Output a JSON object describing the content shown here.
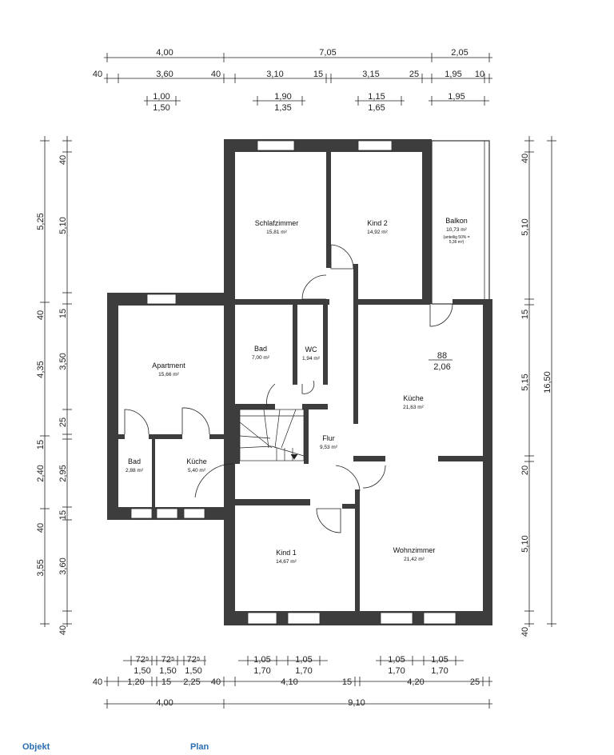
{
  "rooms": {
    "schlafzimmer": {
      "name": "Schlafzimmer",
      "area": "15,81 m²"
    },
    "kind2": {
      "name": "Kind 2",
      "area": "14,92 m²"
    },
    "balkon": {
      "name": "Balkon",
      "area": "10,73 m²",
      "note1": "(anteilig 50% =",
      "note2": "5,36 m²)"
    },
    "apartment": {
      "name": "Apartment",
      "area": "15,66 m²"
    },
    "bad": {
      "name": "Bad",
      "area": "7,00 m²"
    },
    "wc": {
      "name": "WC",
      "area": "1,94 m²"
    },
    "kueche": {
      "name": "Küche",
      "area": "21,63 m²"
    },
    "flur": {
      "name": "Flur",
      "area": "9,53 m²"
    },
    "bad2": {
      "name": "Bad",
      "area": "2,88 m²"
    },
    "kueche2": {
      "name": "Küche",
      "area": "5,40 m²"
    },
    "kind1": {
      "name": "Kind 1",
      "area": "14,67 m²"
    },
    "wohnzimmer": {
      "name": "Wohnzimmer",
      "area": "21,42 m²"
    }
  },
  "door_mark": {
    "top": "88",
    "bottom": "2,06"
  },
  "dims_top": {
    "row1": [
      "4,00",
      "7,05",
      "2,05"
    ],
    "row2": [
      "40",
      "3,60",
      "40",
      "3,10",
      "15",
      "3,15",
      "25",
      "1,95",
      "10"
    ],
    "row3": [
      [
        "1,00",
        "1,50"
      ],
      [
        "1,90",
        "1,35"
      ],
      [
        "1,15",
        "1,65"
      ],
      [
        "1,95",
        ""
      ]
    ]
  },
  "dims_bottom": {
    "row1": [
      [
        "72⁵",
        "1,50"
      ],
      [
        "72⁵",
        "1,50"
      ],
      [
        "72⁵",
        "1,50"
      ],
      [
        "1,05",
        "1,70"
      ],
      [
        "1,05",
        "1,70"
      ],
      [
        "1,05",
        "1,70"
      ],
      [
        "1,05",
        "1,70"
      ]
    ],
    "row2": [
      "40",
      "1,20",
      "15",
      "2,25",
      "40",
      "4,10",
      "15",
      "4,20",
      "25"
    ],
    "row3": [
      "4,00",
      "9,10"
    ]
  },
  "dims_left": {
    "outer": [
      "5,25",
      "4,35",
      "2,40",
      "3,55"
    ],
    "inner": [
      "40",
      "5,10",
      "40",
      "15",
      "3,50",
      "25",
      "15",
      "2,95",
      "15",
      "40",
      "3,60",
      "40"
    ]
  },
  "dims_right": {
    "inner": [
      "40",
      "5,10",
      "15",
      "5,15",
      "20",
      "5,10",
      "40"
    ],
    "outer": [
      "16,50"
    ]
  },
  "footer": {
    "objekt": "Objekt",
    "plan": "Plan"
  }
}
